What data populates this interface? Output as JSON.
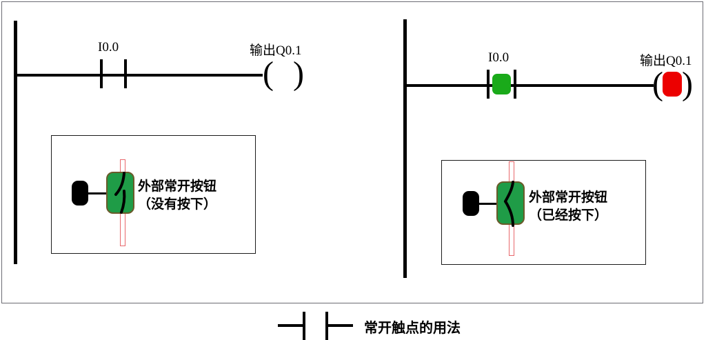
{
  "diagram": {
    "title_caption": "常开触点的用法",
    "colors": {
      "contact_energized": "#1aaa1a",
      "coil_energized": "#ec0000",
      "button_body": "#1f9c47",
      "button_body_border": "#6b5a2a",
      "actuator_rod": "#e8676b",
      "wire": "#000000",
      "frame": "#6b6b72"
    }
  },
  "panels": [
    {
      "id": "left",
      "state": "not-pressed",
      "contact": {
        "address": "I0.0",
        "type": "normally-open",
        "energized": false
      },
      "coil": {
        "label": "输出Q0.1",
        "address": "Q0.1",
        "energized": false
      },
      "illustration": {
        "caption_line1": "外部常开按钮",
        "caption_line2": "（没有按下）"
      }
    },
    {
      "id": "right",
      "state": "pressed",
      "contact": {
        "address": "I0.0",
        "type": "normally-open",
        "energized": true
      },
      "coil": {
        "label": "输出Q0.1",
        "address": "Q0.1",
        "energized": true
      },
      "illustration": {
        "caption_line1": "外部常开按钮",
        "caption_line2": "（已经按下）"
      }
    }
  ],
  "legend": {
    "symbol": "normally-open-contact",
    "text": "常开触点的用法"
  }
}
